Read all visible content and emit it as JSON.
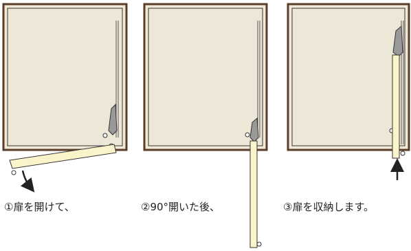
{
  "steps": [
    {
      "caption": "①扉を開けて、"
    },
    {
      "caption": "②90°開いた後、"
    },
    {
      "caption": "③扉を収納します。"
    }
  ],
  "colors": {
    "frame": "#5a3e2a",
    "frame_inner": "#efe9d6",
    "panel": "#ece7d6",
    "door": "#fbf3c9",
    "stroke": "#333333",
    "hinge": "#888888"
  },
  "icons": [
    "open-arrow-icon",
    "push-up-arrow-icon",
    "hinge-icon"
  ]
}
